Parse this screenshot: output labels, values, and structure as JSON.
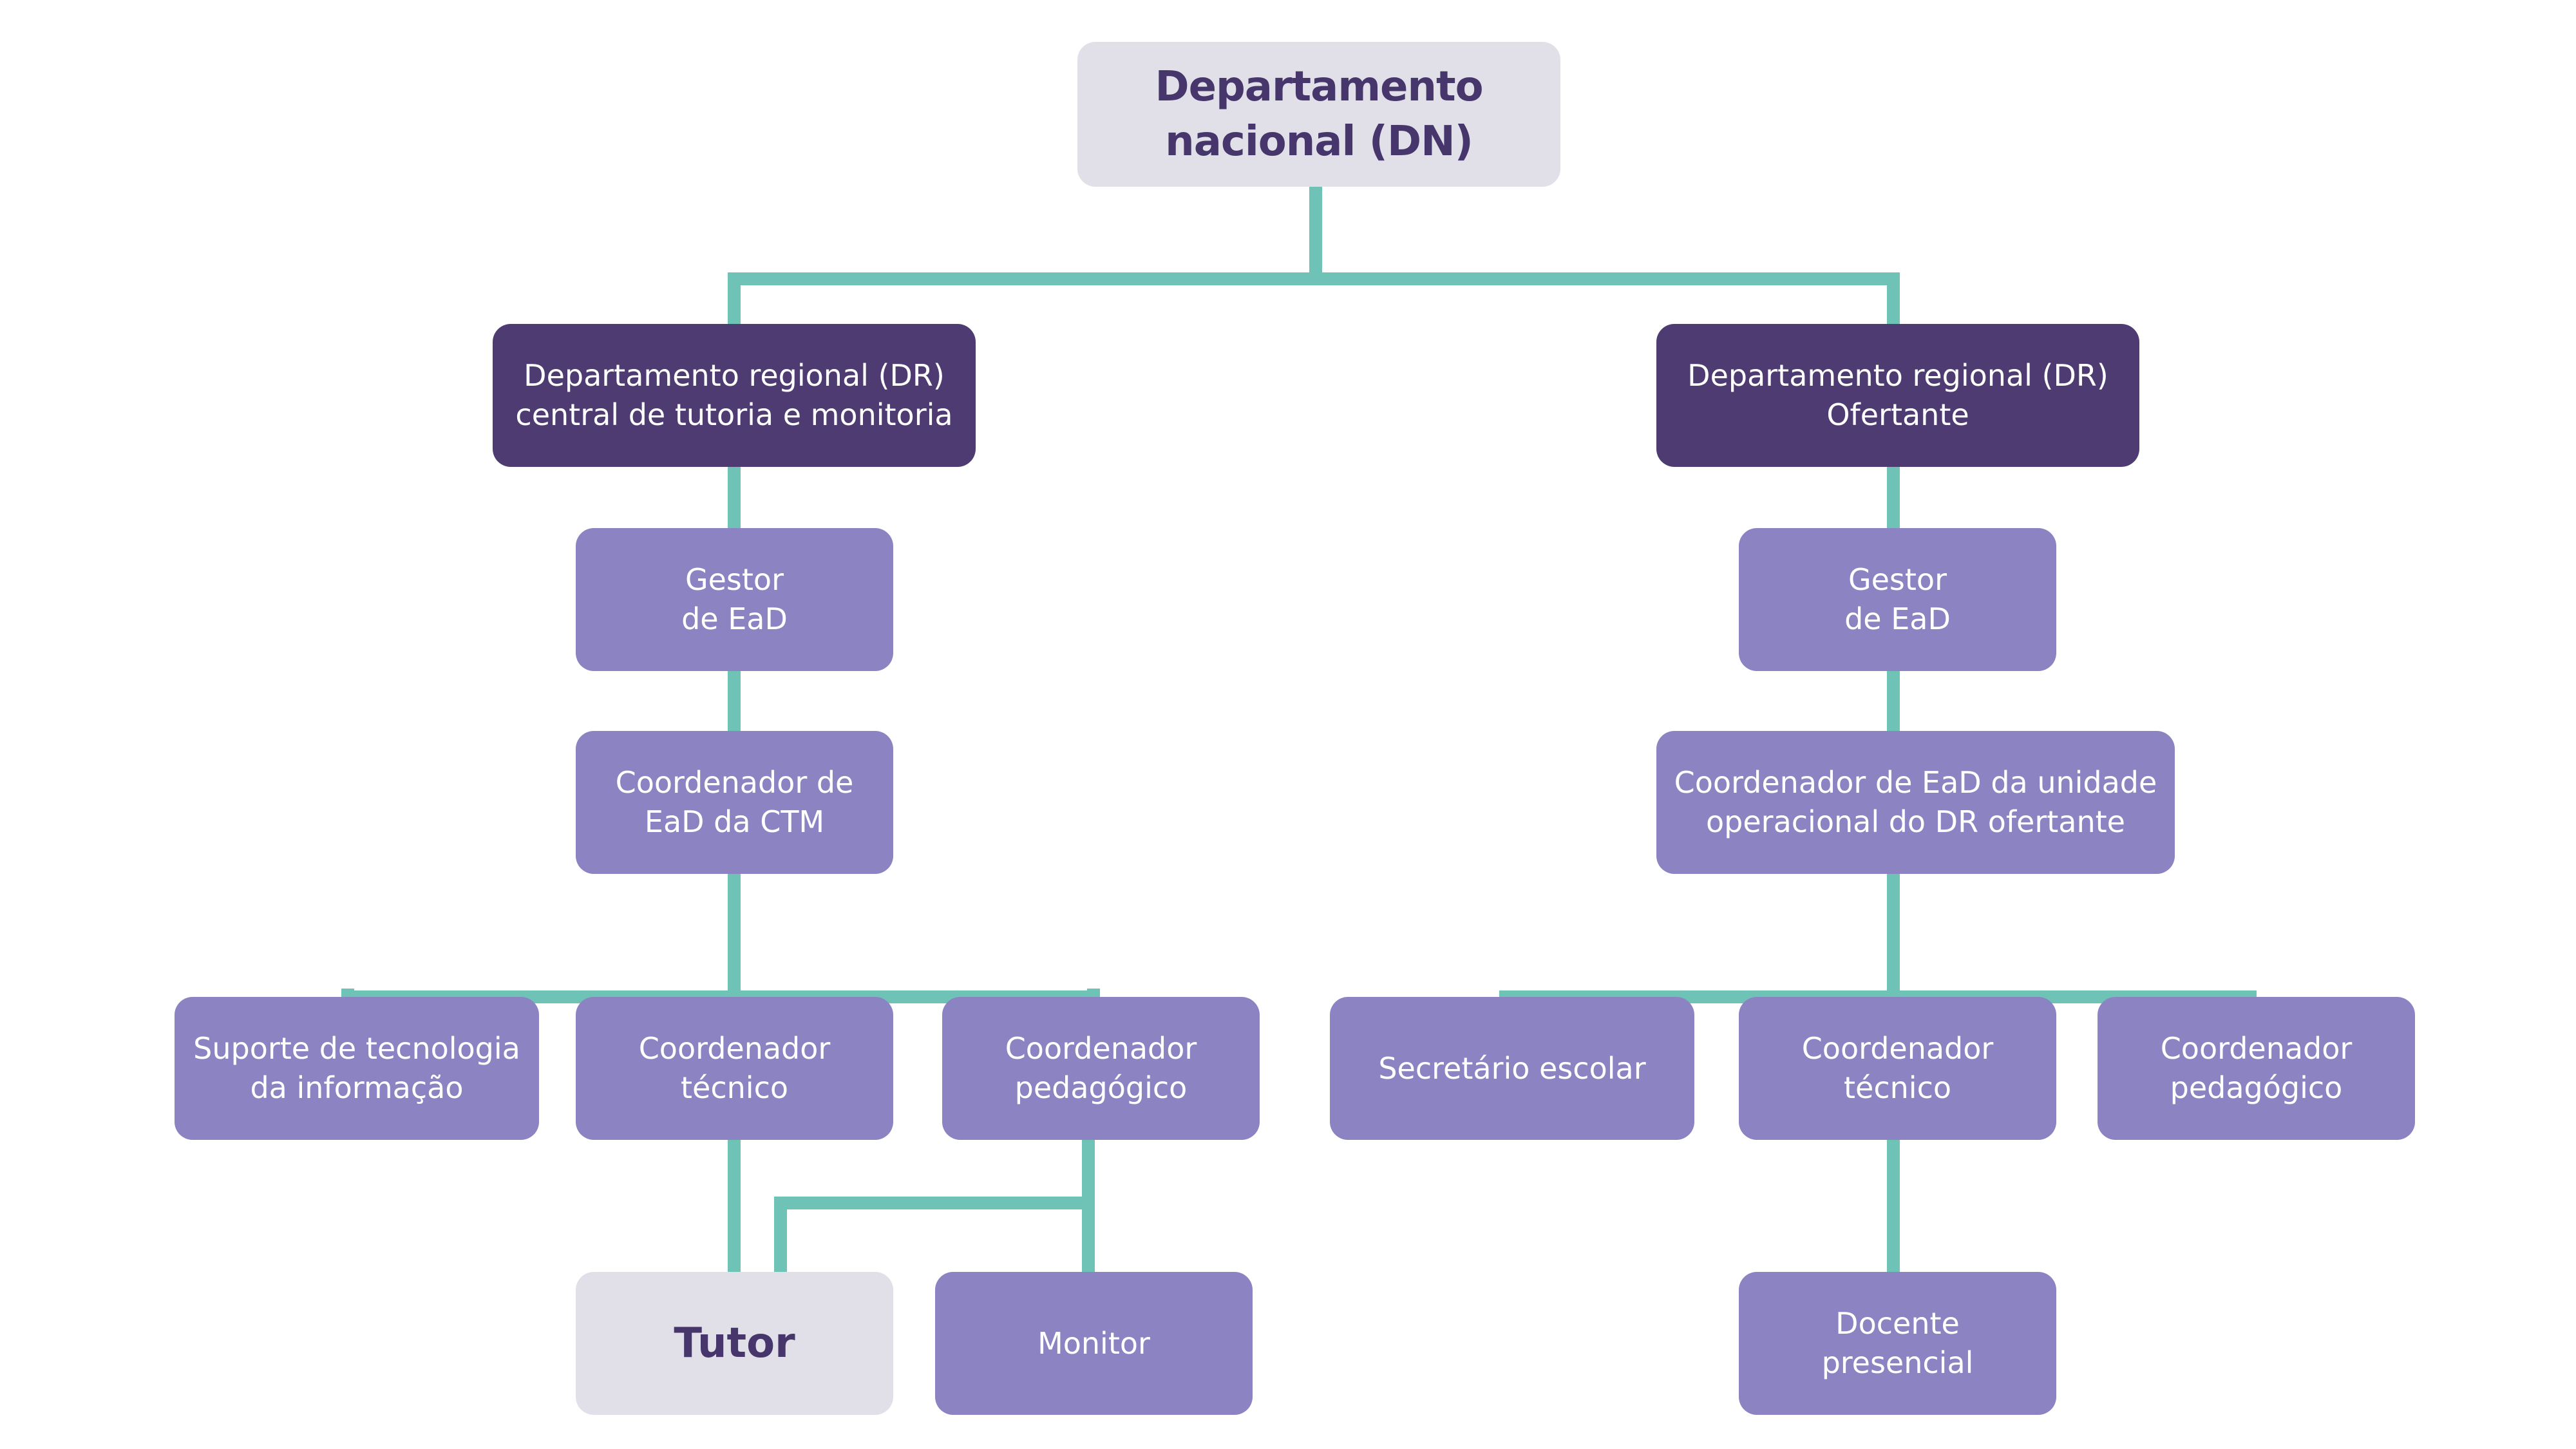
{
  "colors": {
    "connector": "#6ec2b6",
    "top_box": "#e1e0e9",
    "regional_box": "#4d3b72",
    "role_box": "#8b83c2",
    "top_text": "#46366b",
    "box_text": "#ffffff"
  },
  "nodes": {
    "dn": {
      "line1": "Departamento",
      "line2": "nacional (DN)"
    },
    "dr_ctm": {
      "line1": "Departamento regional (DR)",
      "line2": "central de tutoria e monitoria"
    },
    "dr_ofertante": {
      "line1": "Departamento regional (DR)",
      "line2": "Ofertante"
    },
    "gestor_left": {
      "line1": "Gestor",
      "line2": "de EaD"
    },
    "gestor_right": {
      "line1": "Gestor",
      "line2": "de EaD"
    },
    "coord_ctm": {
      "line1": "Coordenador de",
      "line2": "EaD da CTM"
    },
    "coord_unidade": {
      "line1": "Coordenador de EaD da unidade",
      "line2": "operacional do DR ofertante"
    },
    "suporte_ti": {
      "line1": "Suporte de tecnologia",
      "line2": "da informação"
    },
    "coord_tecnico_left": {
      "line1": "Coordenador",
      "line2": "técnico"
    },
    "coord_pedagogico_left": {
      "line1": "Coordenador",
      "line2": "pedagógico"
    },
    "secretario": {
      "line1": "Secretário escolar"
    },
    "coord_tecnico_right": {
      "line1": "Coordenador",
      "line2": "técnico"
    },
    "coord_pedagogico_right": {
      "line1": "Coordenador",
      "line2": "pedagógico"
    },
    "tutor": {
      "line1": "Tutor"
    },
    "monitor": {
      "line1": "Monitor"
    },
    "docente": {
      "line1": "Docente",
      "line2": "presencial"
    }
  }
}
